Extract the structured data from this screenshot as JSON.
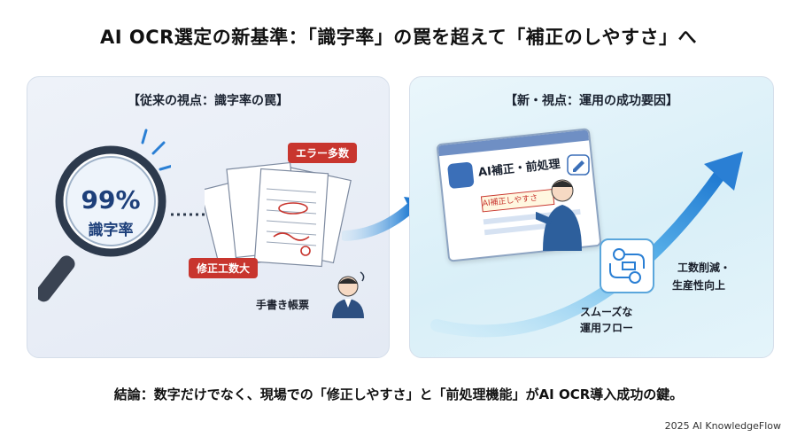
{
  "title": "AI OCR選定の新基準：「識字率」の罠を超えて「補正のしやすさ」へ",
  "left_panel": {
    "heading": "【従来の視点：識字率の罠】",
    "lens_value": "99%",
    "lens_label": "識字率",
    "error_tag": "エラー多数",
    "fix_tag": "修正工数大",
    "caption": "手書き帳票"
  },
  "right_panel": {
    "heading": "【新・視点：運用の成功要因】",
    "window_title": "AI補正・前処理",
    "field_text": "AI補正しやすさ",
    "flow_caption_line1": "スムーズな",
    "flow_caption_line2": "運用フロー",
    "result_line1": "工数削減・",
    "result_line2": "生産性向上"
  },
  "conclusion": "結論：数字だけでなく、現場での「修正しやすさ」と「前処理機能」がAI OCR導入成功の鍵。",
  "credit": "2025 AI KnowledgeFlow",
  "colors": {
    "accent_red": "#c8352e",
    "accent_blue": "#2a7fd4",
    "lens_blue": "#1d3f7a"
  }
}
